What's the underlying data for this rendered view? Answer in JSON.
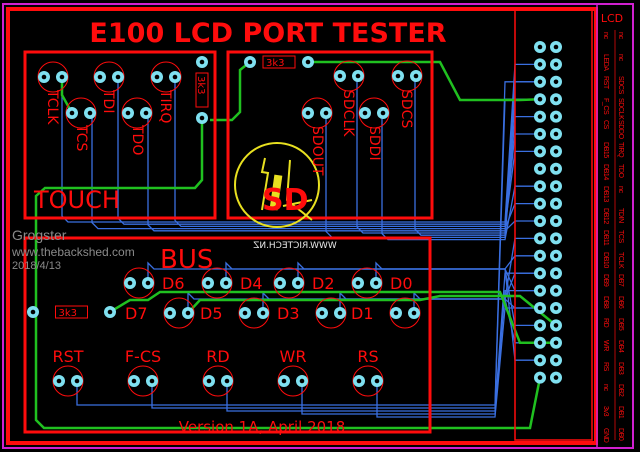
{
  "board": {
    "title": "E100 LCD PORT TESTER",
    "version": "Version 1A, April 2018",
    "website_mirrored": "WWW.RICTECH.NZ",
    "logo_text": "SD"
  },
  "watermark": {
    "author": "Grogster",
    "site": "www.thebackshed.com",
    "date": "2018/4/13"
  },
  "touch": {
    "label": "TOUCH",
    "pins": [
      "TCLK",
      "TCS",
      "TDI",
      "TDO",
      "TIRQ"
    ],
    "resistor": "3k3"
  },
  "sd": {
    "label": "SD",
    "pins": [
      "SDOUT",
      "SDCLK",
      "SDDI",
      "SDCS"
    ],
    "resistor": "3k3"
  },
  "bus": {
    "label": "BUS",
    "data_top": [
      "D6",
      "D4",
      "D2",
      "D0"
    ],
    "data_bottom": [
      "D7",
      "D5",
      "D3",
      "D1"
    ],
    "control": [
      "RST",
      "F-CS",
      "RD",
      "WR",
      "RS"
    ],
    "resistor": "3k3"
  },
  "connector": {
    "title": "LCD",
    "col_a": [
      "nc",
      "LEDA",
      "RST",
      "F_CS",
      "CS",
      "DB15",
      "DB14",
      "DB13",
      "DB12",
      "DB11",
      "DB10",
      "DB9",
      "DB8",
      "RD",
      "WR",
      "RS",
      "nc",
      "3v3",
      "GND"
    ],
    "col_b": [
      "nc",
      "nc",
      "SDCS",
      "SDCLK",
      "SDDO",
      "TIRQ",
      "TDO",
      "nc",
      "TDIN",
      "TCS",
      "TCLK",
      "DB7",
      "DB6",
      "DB5",
      "DB4",
      "DB3",
      "DB2",
      "DB1",
      "DB0"
    ]
  },
  "colors": {
    "silk": "#ff0c0c",
    "pad": "#7fe0f0",
    "bottom_trace": "#3a6fe0",
    "top_trace": "#20c020",
    "outline": "#d020d0",
    "logo": "#e8e020"
  }
}
